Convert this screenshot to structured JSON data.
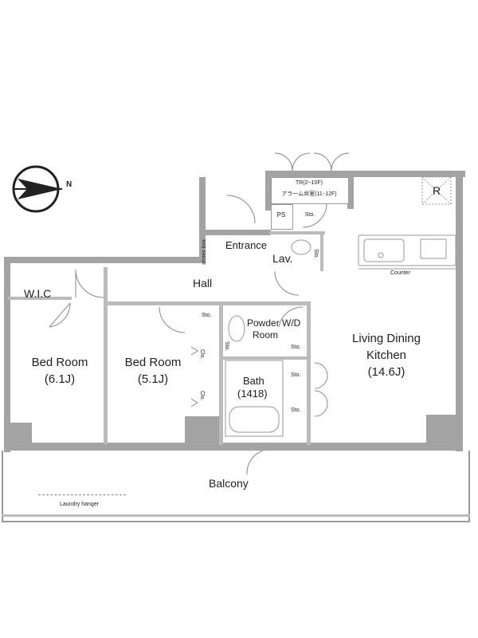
{
  "compass": {
    "label": "N"
  },
  "rooms": {
    "wic": "W.I.C",
    "bed1": {
      "name": "Bed Room",
      "size": "(6.1J)"
    },
    "bed2": {
      "name": "Bed Room",
      "size": "(5.1J)"
    },
    "hall": "Hall",
    "entrance": "Entrance",
    "shoes": "shoes box",
    "lav": "Lav.",
    "powder": {
      "line1": "Powder",
      "line2": "Room"
    },
    "wd": "W/D",
    "bath": {
      "name": "Bath",
      "size": "(1418)"
    },
    "ldk": {
      "line1": "Living Dining",
      "line2": "Kitchen",
      "size": "(14.6J)"
    },
    "counter": "Counter",
    "balcony": "Balcony",
    "laundry": "Laundry hanger",
    "tr": {
      "line1": "TR(2~10F)",
      "line2": "アラーム弁室(11･12F)"
    },
    "ps": "PS",
    "sto": "Sto.",
    "clo": "Clo.",
    "r": "R"
  }
}
